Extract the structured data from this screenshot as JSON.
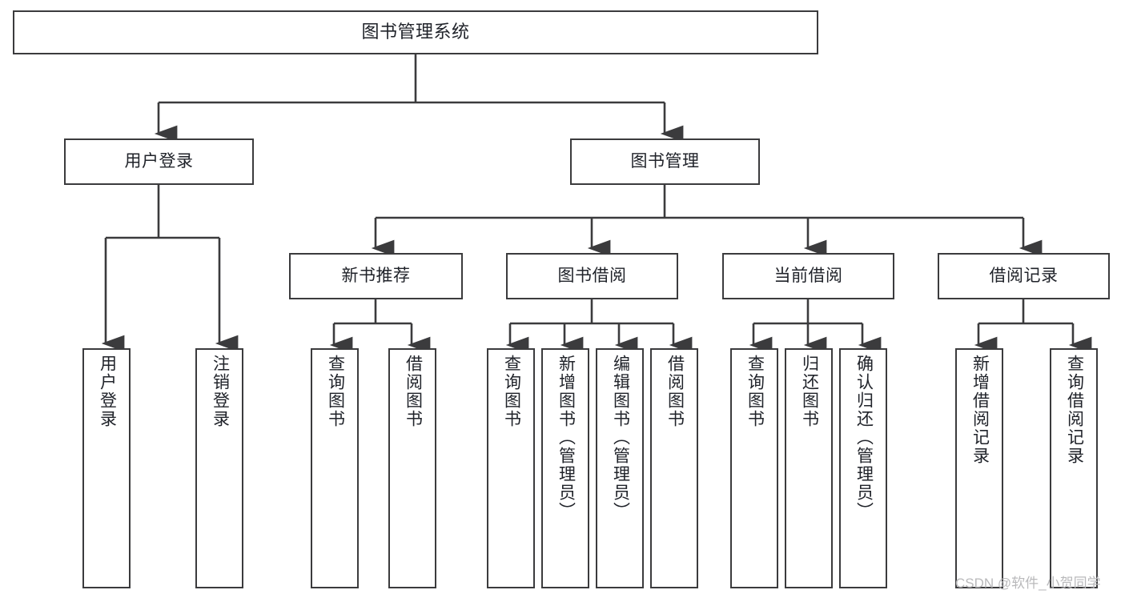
{
  "diagram": {
    "title": "图书管理系统",
    "type": "functional-hierarchy-tree",
    "background_color": "#ffffff",
    "border_color": "#3b3b3d",
    "text_color": "#20232a",
    "nodes": {
      "root": {
        "label": "图书管理系统"
      },
      "level2": [
        {
          "id": "user-login",
          "label": "用户登录"
        },
        {
          "id": "book-management",
          "label": "图书管理"
        }
      ],
      "level3": [
        {
          "id": "new-book-recommend",
          "label": "新书推荐"
        },
        {
          "id": "book-borrow",
          "label": "图书借阅"
        },
        {
          "id": "current-borrow",
          "label": "当前借阅"
        },
        {
          "id": "borrow-record",
          "label": "借阅记录"
        }
      ],
      "leaves": {
        "user_login": [
          {
            "id": "leaf-user-login",
            "label": "用户登录"
          },
          {
            "id": "leaf-logout-login",
            "label": "注销登录"
          }
        ],
        "new_book_recommend": [
          {
            "id": "leaf-query-book-1",
            "label": "查询图书"
          },
          {
            "id": "leaf-borrow-book-1",
            "label": "借阅图书"
          }
        ],
        "book_borrow": [
          {
            "id": "leaf-query-book-2",
            "label": "查询图书"
          },
          {
            "id": "leaf-add-book-admin",
            "label": "新增图书（管理员）"
          },
          {
            "id": "leaf-edit-book-admin",
            "label": "编辑图书（管理员）"
          },
          {
            "id": "leaf-borrow-book-2",
            "label": "借阅图书"
          }
        ],
        "current_borrow": [
          {
            "id": "leaf-query-book-3",
            "label": "查询图书"
          },
          {
            "id": "leaf-return-book",
            "label": "归还图书"
          },
          {
            "id": "leaf-confirm-return-admin",
            "label": "确认归还（管理员）"
          }
        ],
        "borrow_record": [
          {
            "id": "leaf-add-borrow-record",
            "label": "新增借阅记录"
          },
          {
            "id": "leaf-query-borrow-record",
            "label": "查询借阅记录"
          }
        ]
      }
    },
    "watermark": "CSDN @软件_小贺同学"
  }
}
